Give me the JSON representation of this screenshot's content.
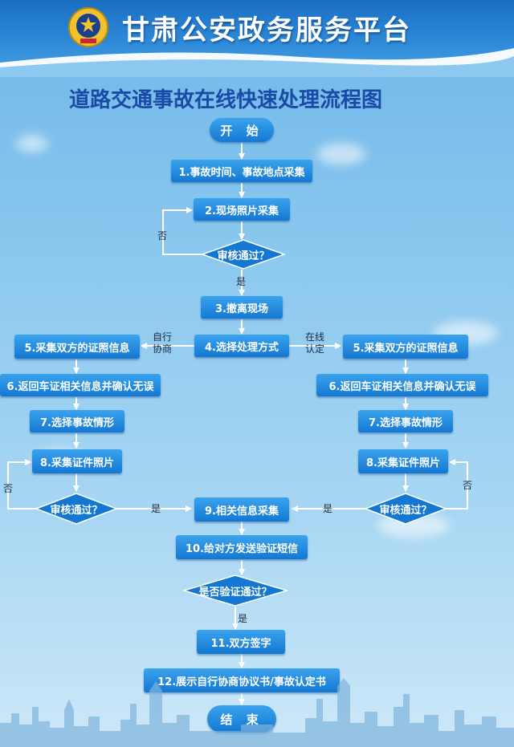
{
  "header": {
    "site_title": "甘肃公安政务服务平台",
    "emblem": "police-emblem-icon"
  },
  "diagram_title": "道路交通事故在线快速处理流程图",
  "nodes": {
    "start": "开 始",
    "s1": "1.事故时间、事故地点采集",
    "s2": "2.现场照片采集",
    "check1": "审核通过？",
    "s3": "3.撤离现场",
    "s4": "4.选择处理方式",
    "left5": "5.采集双方的证照信息",
    "right5": "5.采集双方的证照信息",
    "left6": "6.返回车证相关信息并确认无误",
    "right6": "6.返回车证相关信息并确认无误",
    "left7": "7.选择事故情形",
    "right7": "7.选择事故情形",
    "left8": "8.采集证件照片",
    "right8": "8.采集证件照片",
    "left_check": "审核通过？",
    "right_check": "审核通过？",
    "s9": "9.相关信息采集",
    "s10": "10.给对方发送验证短信",
    "verify": "是否验证通过？",
    "s11": "11.双方签字",
    "s12": "12.展示自行协商协议书/事故认定书",
    "end": "结 束"
  },
  "labels": {
    "no": "否",
    "yes": "是",
    "self_1": "自行",
    "self_2": "协商",
    "online_1": "在线",
    "online_2": "认定"
  },
  "colors": {
    "node_top": "#3aa3ee",
    "node_bottom": "#1478d2",
    "title": "#1a4aa8",
    "header": "#1a6fc2"
  }
}
